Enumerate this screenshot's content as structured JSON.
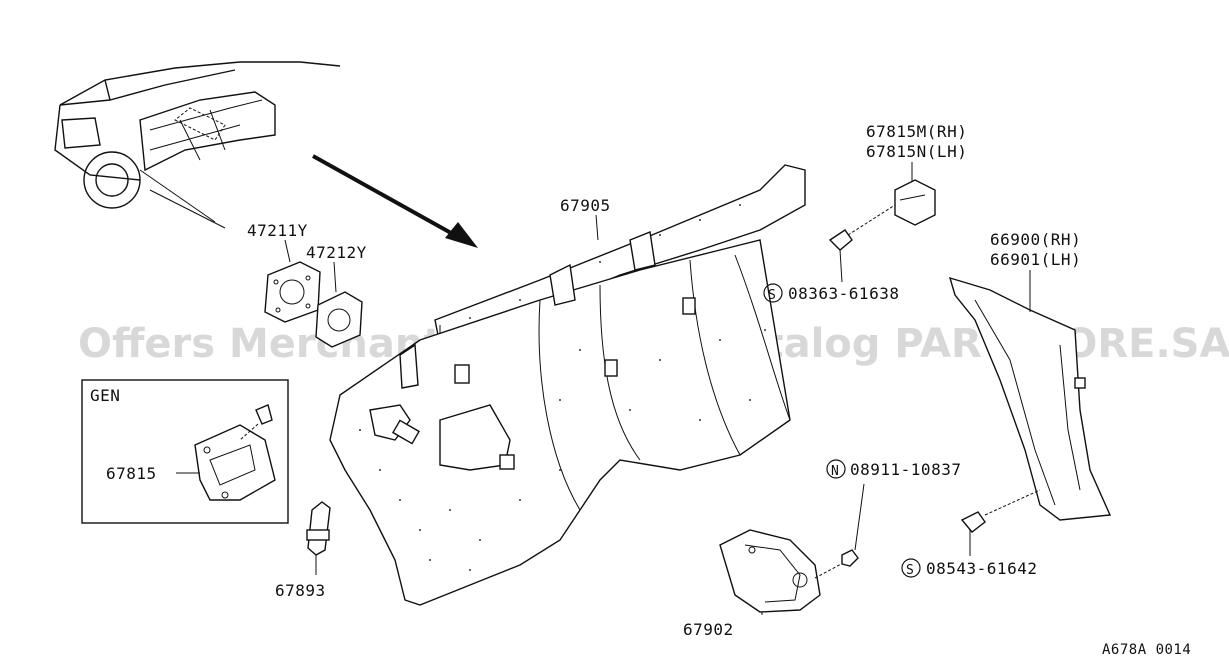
{
  "watermark": "Offers Merchant Auto Parts Catalog PARTSTORE.SA",
  "inset": {
    "label": "GEN",
    "part": "67815"
  },
  "callouts": {
    "p67905": "67905",
    "p47211y": "47211Y",
    "p47212y": "47212Y",
    "p67815m": "67815M(RH)",
    "p67815n": "67815N(LH)",
    "p66900": "66900(RH)",
    "p66901": "66901(LH)",
    "bolt_08363": "08363-61638",
    "nut_08911": "08911-10837",
    "bolt_08543": "08543-61642",
    "p67893": "67893",
    "p67902": "67902"
  },
  "symbols": {
    "s_mark": "S",
    "n_mark": "N"
  },
  "diagram_code": "A678A 0014"
}
